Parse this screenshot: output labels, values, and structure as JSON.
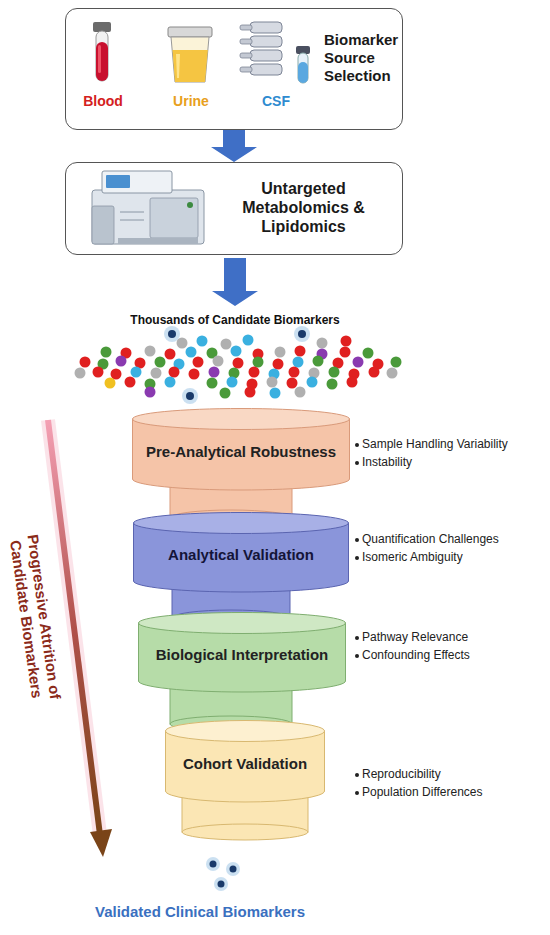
{
  "diagram": {
    "nodes": [
      {
        "text": [
          "Blood",
          "Urine",
          "CSF",
          "Biomarker Source Selection"
        ]
      },
      {
        "text": [
          "Untargeted Metabolomics & Lipidomics"
        ]
      },
      {
        "text": [
          "Pre-Analytical Robustness"
        ]
      },
      {
        "text": [
          "Analytical Validation"
        ]
      },
      {
        "text": [
          "Biological Interpretation"
        ]
      },
      {
        "text": [
          "Cohort Validation"
        ]
      }
    ],
    "edges": [
      {
        "from": 0,
        "to": 1,
        "arrow": "to"
      }
    ],
    "labels": [
      "Thousands of Candidate Biomarkers",
      "Sample Handling Variability",
      "Instability",
      "Quantification Challenges",
      "Isomeric Ambiguity",
      "Pathway Relevance",
      "Confounding Effects",
      "Reproducibility",
      "Population Differences",
      "Progressive Attrition of Candidate Biomarkers",
      "Validated Clinical Biomarkers"
    ]
  }
}
